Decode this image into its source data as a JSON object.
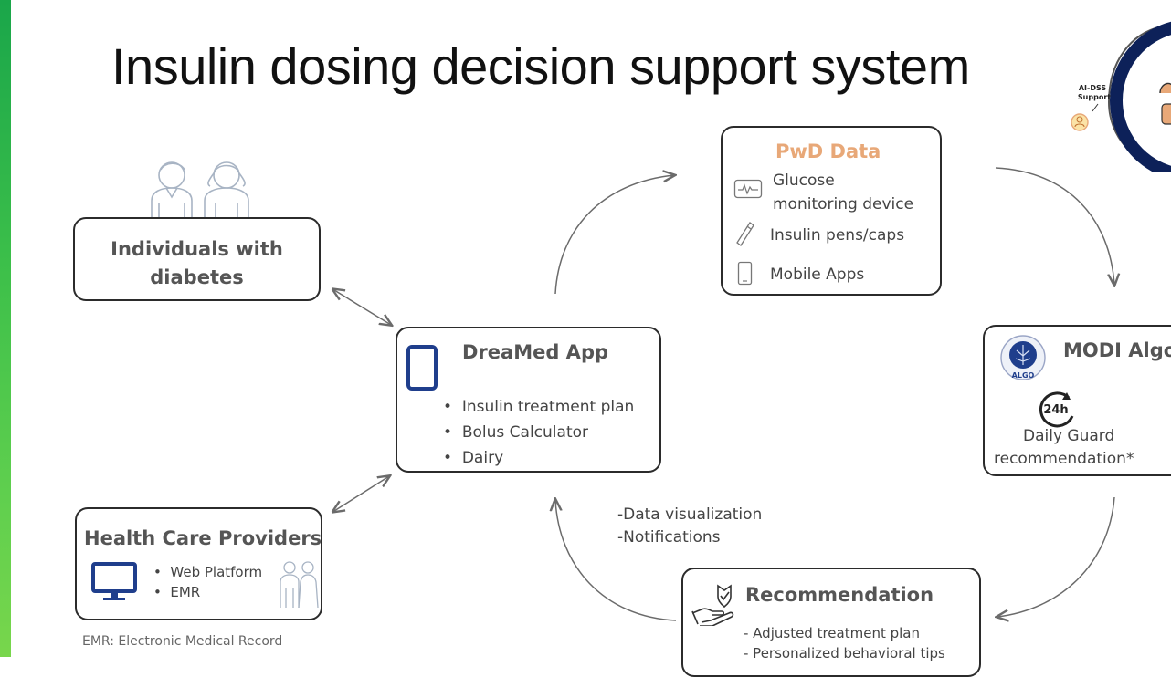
{
  "slide": {
    "title": "Insulin dosing decision support system"
  },
  "individuals": {
    "label_line1": "Individuals with",
    "label_line2": "diabetes"
  },
  "pwd_data": {
    "title": "PwD Data",
    "items": [
      "Glucose",
      "monitoring device",
      "Insulin pens/caps",
      "Mobile Apps"
    ]
  },
  "app": {
    "title": "DreaMed App",
    "bullets": [
      "Insulin treatment plan",
      "Bolus Calculator",
      "Dairy"
    ]
  },
  "modi": {
    "title": "MODI Algo",
    "logo_text": "ALGO",
    "clock_text": "24h",
    "caption_line1": "Daily Guard",
    "caption_line2": "recommendation*"
  },
  "hcp": {
    "title": "Health Care Providers",
    "bullets": [
      "Web Platform",
      "EMR"
    ],
    "footnote": "EMR: Electronic Medical Record"
  },
  "flow_notes": [
    "-Data visualization",
    "-Notifications"
  ],
  "recommendation": {
    "title": "Recommendation",
    "items": [
      "- Adjusted treatment plan",
      "- Personalized behavioral tips"
    ]
  },
  "corner_badge": {
    "line1": "AI-DSS",
    "line2": "Support"
  },
  "colors": {
    "accent_orange": "#e8a878",
    "icon_blue": "#1f3e8c",
    "badge_navy": "#0d2159",
    "arrow_gray": "#6b6b6b"
  }
}
